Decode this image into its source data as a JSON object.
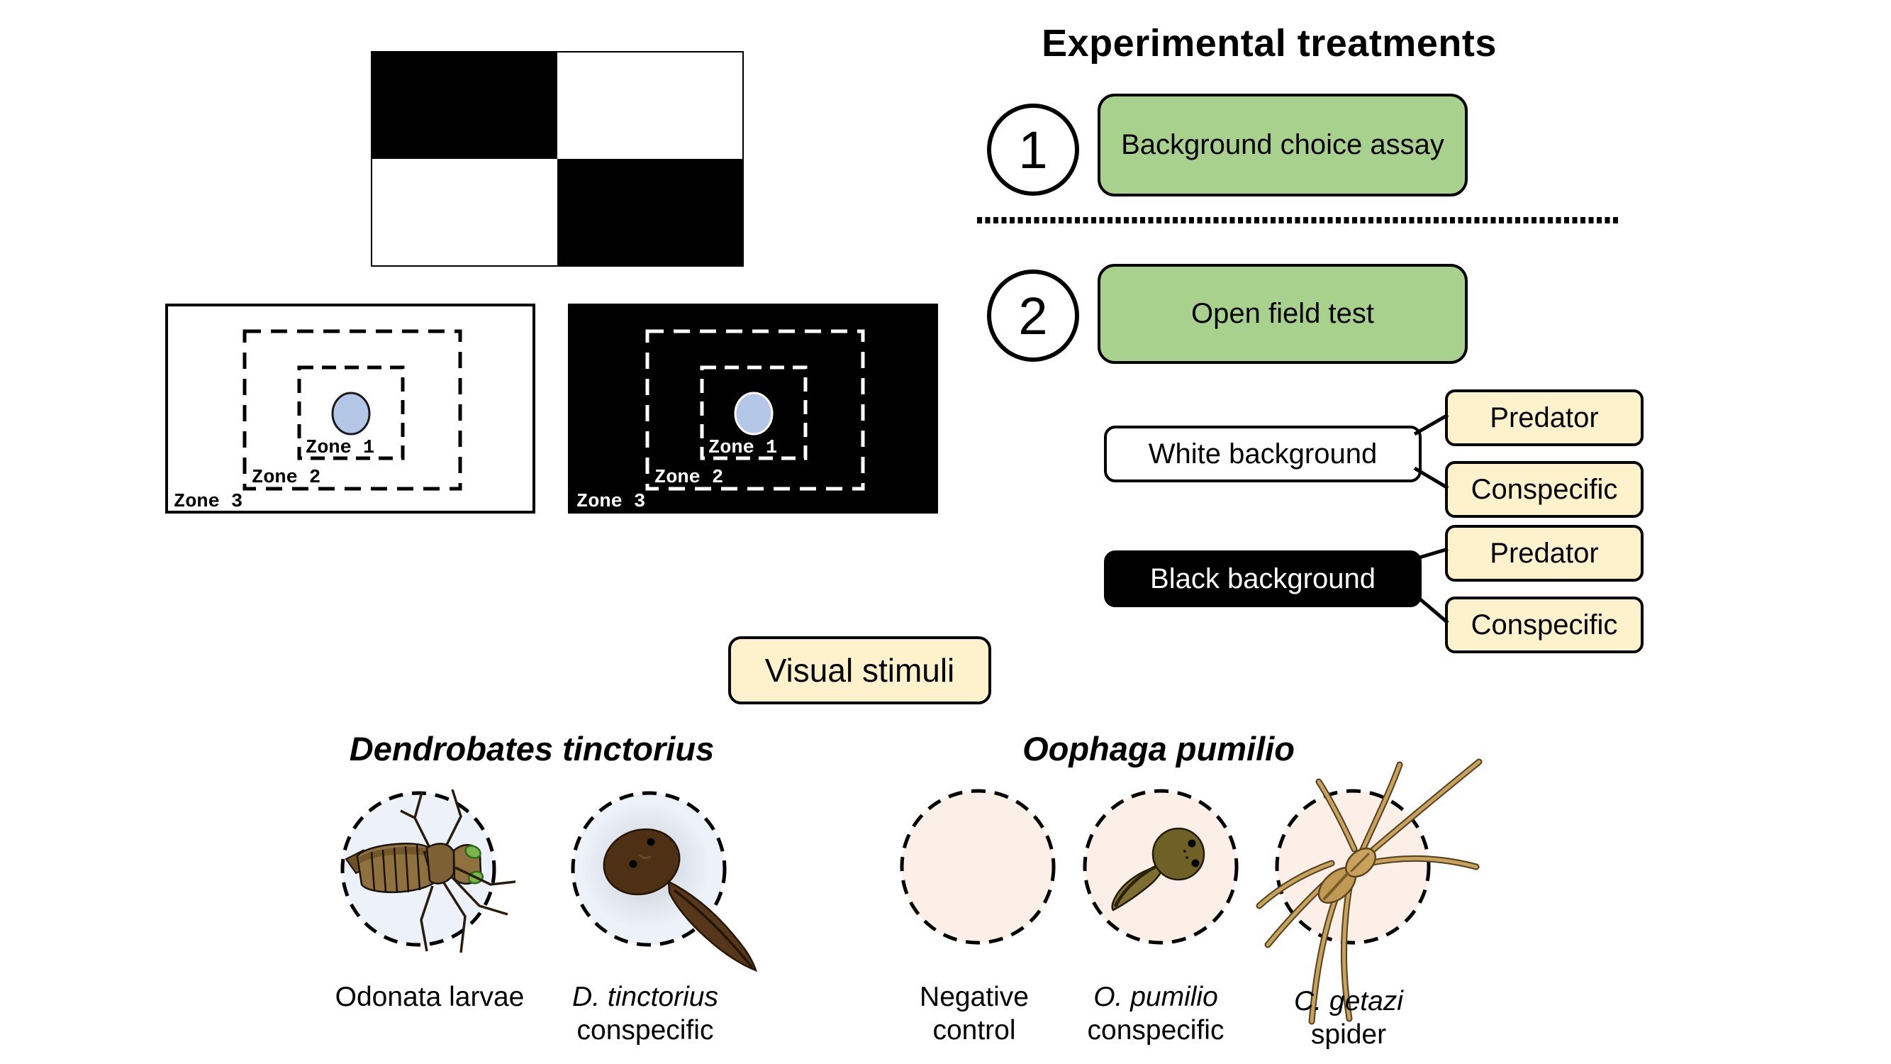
{
  "title": "Experimental treatments",
  "steps": [
    {
      "number": "1",
      "label": "Background choice assay"
    },
    {
      "number": "2",
      "label": "Open field test"
    }
  ],
  "backgrounds": {
    "white": {
      "label": "White background",
      "stimuli": [
        "Predator",
        "Conspecific"
      ]
    },
    "black": {
      "label": "Black background",
      "stimuli": [
        "Predator",
        "Conspecific"
      ]
    }
  },
  "visual_stimuli": {
    "box_label": "Visual stimuli",
    "groups": [
      {
        "heading": "Dendrobates tinctorius",
        "items": [
          {
            "line1": "Odonata larvae",
            "line2": "",
            "illustration": "odonata-larva"
          },
          {
            "line1": "D. tinctorius",
            "line2": "conspecific",
            "illustration": "tinctorius-tadpole"
          }
        ]
      },
      {
        "heading": "Oophaga pumilio",
        "items": [
          {
            "line1": "Negative",
            "line2": "control",
            "illustration": "none"
          },
          {
            "line1": "O. pumilio",
            "line2": "conspecific",
            "illustration": "pumilio-tadpole"
          },
          {
            "line1": "C. getazi",
            "line2": "spider",
            "illustration": "getazi-spider"
          }
        ]
      }
    ]
  },
  "arena": {
    "zones": [
      "Zone 1",
      "Zone 2",
      "Zone 3"
    ]
  },
  "colors": {
    "treatment_green": "#a9d18e",
    "stimulus_cream": "#fdf2cc",
    "frog_blue": "#b4c7e7",
    "pale_blue_bg": "#edf1fa",
    "pale_pink_bg": "#fcefe8"
  }
}
